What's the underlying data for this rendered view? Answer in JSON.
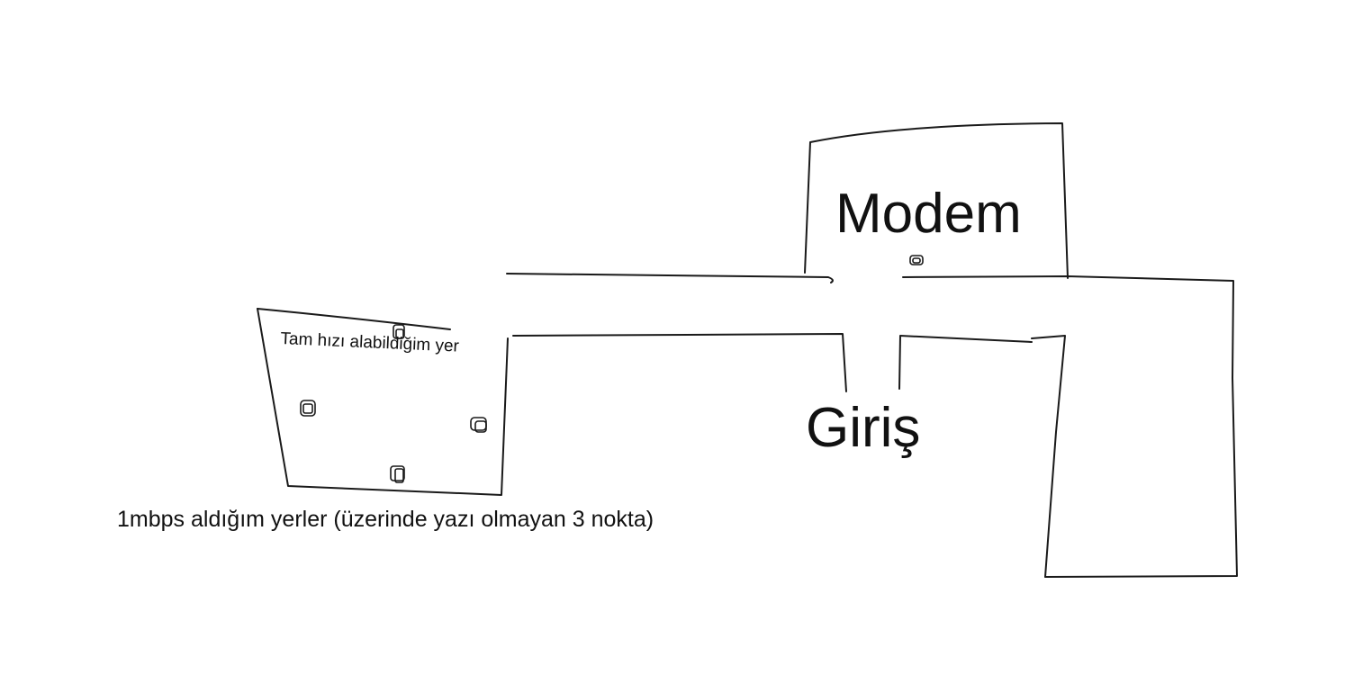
{
  "labels": {
    "modem": "Modem",
    "entrance": "Giriş",
    "full_speed": "Tam hızı alabildiğim yer",
    "slow_speed": "1mbps aldığım yerler (üzerinde yazı olmayan 3 nokta)"
  },
  "colors": {
    "ink": "#1a1a1a",
    "background": "#ffffff"
  }
}
